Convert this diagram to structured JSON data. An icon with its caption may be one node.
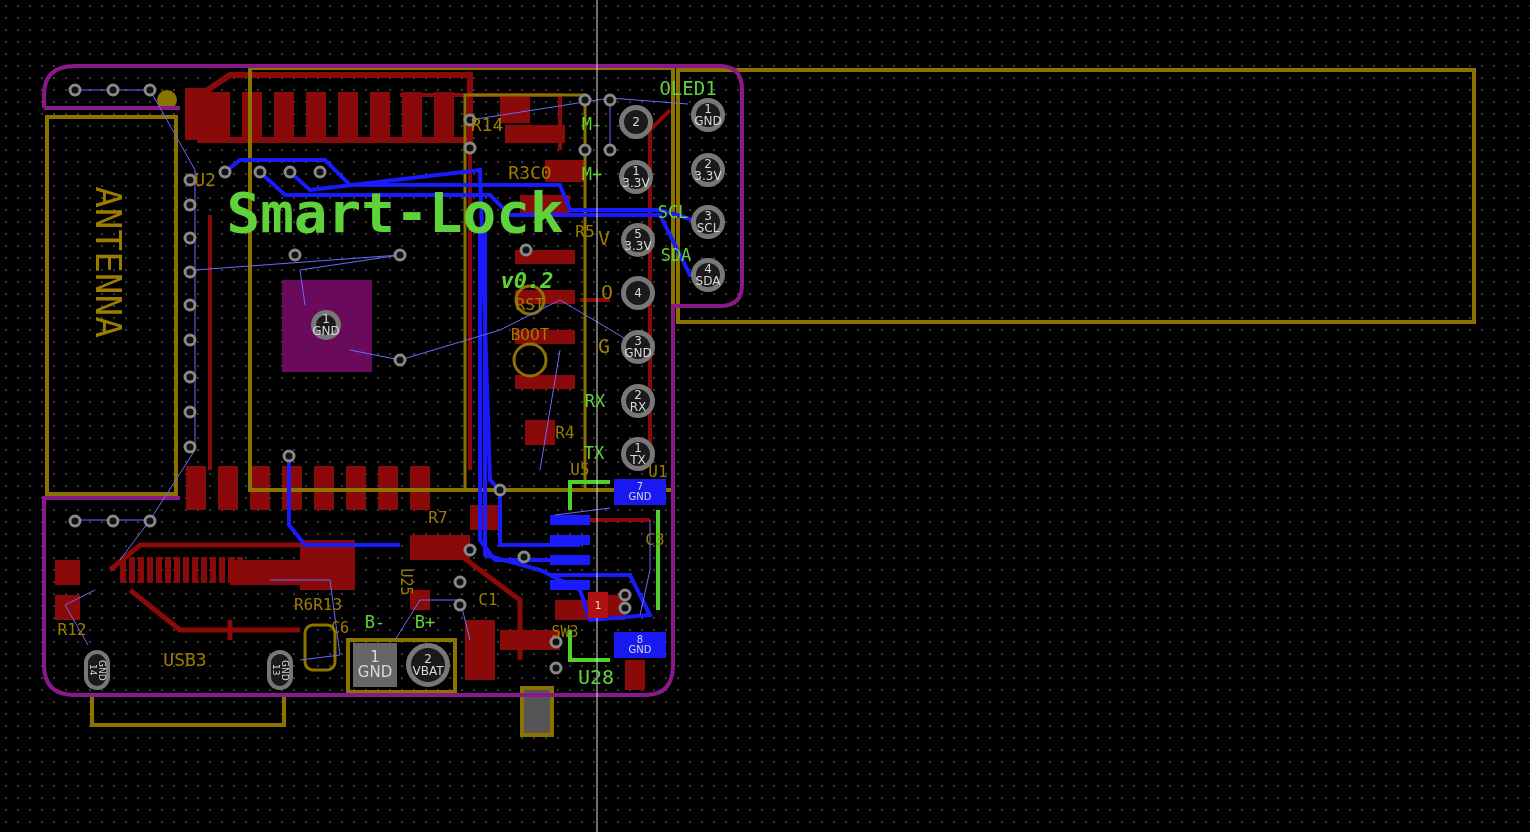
{
  "diagram": {
    "nodes": [
      {
        "text": [
          "2"
        ]
      },
      {
        "text": [
          "1",
          "GND"
        ]
      },
      {
        "text": [
          "1",
          "3.3V"
        ]
      },
      {
        "text": [
          "2",
          "3.3V"
        ]
      },
      {
        "text": [
          "3",
          "SCL"
        ]
      },
      {
        "text": [
          "5",
          "3.3V"
        ]
      },
      {
        "text": [
          "4",
          "SDA"
        ]
      },
      {
        "text": [
          "4"
        ]
      },
      {
        "text": [
          "1",
          "GND"
        ]
      },
      {
        "text": [
          "3",
          "GND"
        ]
      },
      {
        "text": [
          "2",
          "RX"
        ]
      },
      {
        "text": [
          "1",
          "TX"
        ]
      },
      {
        "text": [
          "7",
          "GND"
        ]
      },
      {
        "text": [
          "1"
        ]
      },
      {
        "text": [
          "8",
          "GND"
        ]
      },
      {
        "text": [
          "1",
          "GND"
        ]
      },
      {
        "text": [
          "2",
          "VBAT"
        ]
      },
      {
        "text": [
          "GND",
          "14"
        ]
      },
      {
        "text": [
          "GND",
          "13"
        ]
      }
    ],
    "labels": [
      "OLED1",
      "R14",
      "M-",
      "R3C0",
      "M+",
      "U2",
      "Smart-Lock",
      "SCL",
      "R5",
      "V",
      "SDA",
      "ANTENNA",
      "v0.2",
      "O",
      "RST",
      "BOOT",
      "G",
      "RX",
      "R4",
      "TX",
      "U5",
      "U1",
      "R7",
      "C3",
      "U25",
      "R12",
      "R6R13",
      "C6",
      "B-",
      "B+",
      "C1",
      "SW3",
      "USB3",
      "U28"
    ]
  }
}
